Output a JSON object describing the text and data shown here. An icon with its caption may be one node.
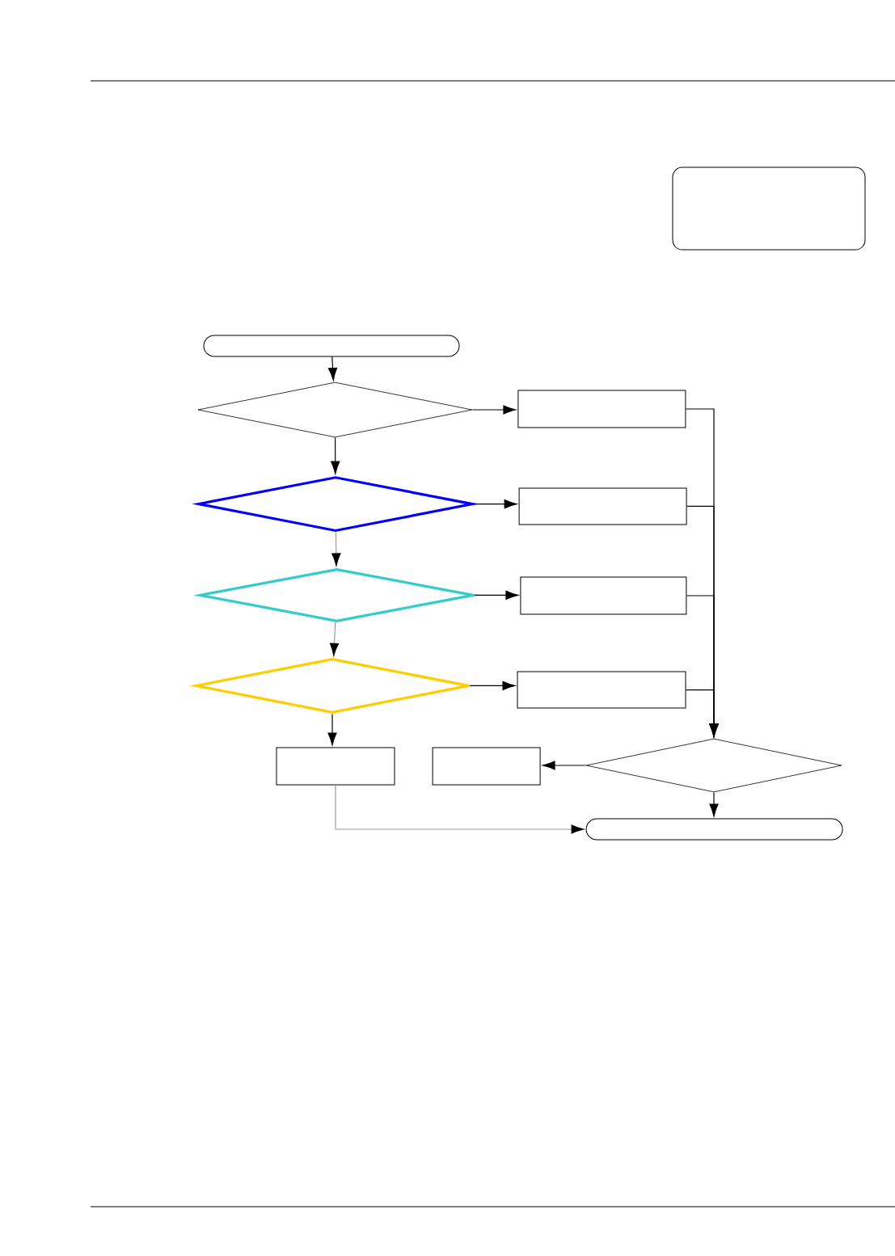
{
  "diagram": {
    "nodes": [
      {
        "text": [],
        "shape": "box"
      },
      {
        "text": [],
        "shape": "terminal"
      },
      {
        "text": [],
        "shape": "diamond"
      },
      {
        "text": [],
        "shape": "box"
      },
      {
        "text": [],
        "shape": "diamond"
      },
      {
        "text": [],
        "shape": "box"
      },
      {
        "text": [],
        "shape": "diamond"
      },
      {
        "text": [],
        "shape": "box"
      },
      {
        "text": [],
        "shape": "diamond"
      },
      {
        "text": [],
        "shape": "box"
      },
      {
        "text": [],
        "shape": "box"
      },
      {
        "text": [],
        "shape": "box"
      },
      {
        "text": [],
        "shape": "diamond"
      },
      {
        "text": [],
        "shape": "terminal"
      }
    ],
    "edges": [
      {
        "from": 1,
        "to": 2,
        "arrow": "to"
      },
      {
        "from": 2,
        "to": 3,
        "arrow": "to"
      },
      {
        "from": 2,
        "to": 4,
        "arrow": "to"
      },
      {
        "from": 4,
        "to": 5,
        "arrow": "to"
      },
      {
        "from": 4,
        "to": 6,
        "arrow": "to",
        "color": "#999999"
      },
      {
        "from": 6,
        "to": 7,
        "arrow": "to"
      },
      {
        "from": 6,
        "to": 8,
        "arrow": "to",
        "color": "#999999"
      },
      {
        "from": 8,
        "to": 9,
        "arrow": "to"
      },
      {
        "from": 8,
        "to": 10,
        "arrow": "to"
      },
      {
        "from": 3,
        "to": 12,
        "arrow": "to"
      },
      {
        "from": 5,
        "to": 12,
        "arrow": "to"
      },
      {
        "from": 7,
        "to": 12,
        "arrow": "to"
      },
      {
        "from": 9,
        "to": 12,
        "arrow": "to"
      },
      {
        "from": 12,
        "to": 11,
        "arrow": "to"
      },
      {
        "from": 12,
        "to": 13,
        "arrow": "to"
      },
      {
        "from": 10,
        "to": 13,
        "arrow": "to",
        "color": "#999999"
      }
    ]
  }
}
